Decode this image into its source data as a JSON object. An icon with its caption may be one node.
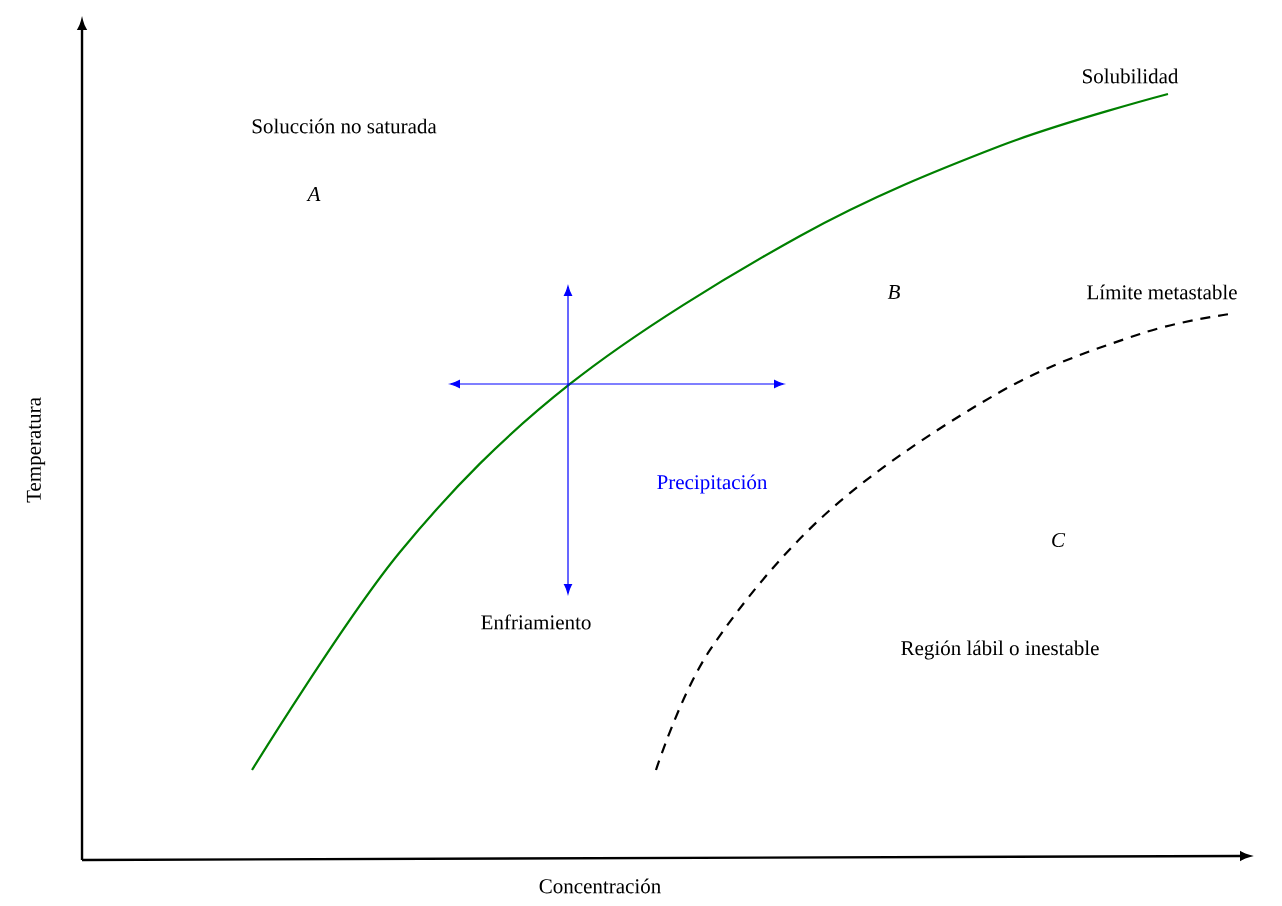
{
  "diagram": {
    "labels": [
      "Solubilidad",
      "Solucción no saturada",
      "A",
      "B",
      "Límite metastable",
      "Precipitación",
      "C",
      "Enfriamiento",
      "Región lábil o inestable",
      "Temperatura",
      "Concentración"
    ]
  }
}
